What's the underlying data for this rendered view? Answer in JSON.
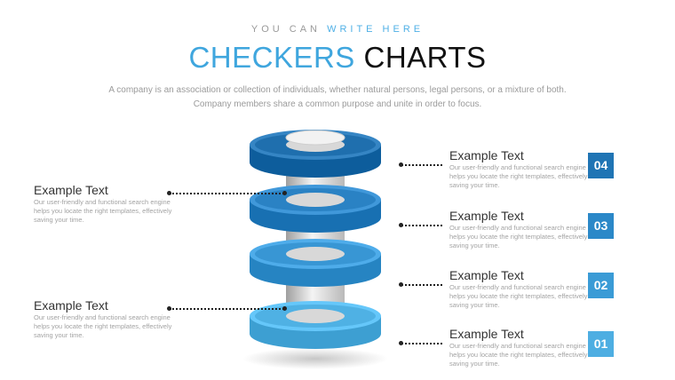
{
  "header": {
    "kicker_plain": "YOU CAN ",
    "kicker_highlight": "WRITE HERE",
    "title_blue": "CHECKERS",
    "title_dark": "CHARTS",
    "subtitle": "A company is an association or collection of individuals, whether natural persons, legal persons, or a mixture of both. Company members share a common purpose and unite in order to focus."
  },
  "left_items": [
    {
      "heading": "Example Text",
      "body": "Our user-friendly and functional search engine helps you locate the right templates, effectively saving your time."
    },
    {
      "heading": "Example Text",
      "body": "Our user-friendly and functional search engine helps you locate the right templates, effectively saving your time."
    }
  ],
  "right_items": [
    {
      "heading": "Example Text",
      "body": "Our user-friendly and functional search engine helps you locate the right templates, effectively saving your time.",
      "number": "04",
      "color": "#1f74b4"
    },
    {
      "heading": "Example Text",
      "body": "Our user-friendly and functional search engine helps you locate the right templates, effectively saving your time.",
      "number": "03",
      "color": "#2b88c8"
    },
    {
      "heading": "Example Text",
      "body": "Our user-friendly and functional search engine helps you locate the right templates, effectively saving your time.",
      "number": "02",
      "color": "#3a9bd6"
    },
    {
      "heading": "Example Text",
      "body": "Our user-friendly and functional search engine helps you locate the right templates, effectively saving your time.",
      "number": "01",
      "color": "#4eaee2"
    }
  ],
  "disc_colors": [
    "#1f6fae",
    "#2a82c4",
    "#3896d4",
    "#4fb1e4"
  ]
}
